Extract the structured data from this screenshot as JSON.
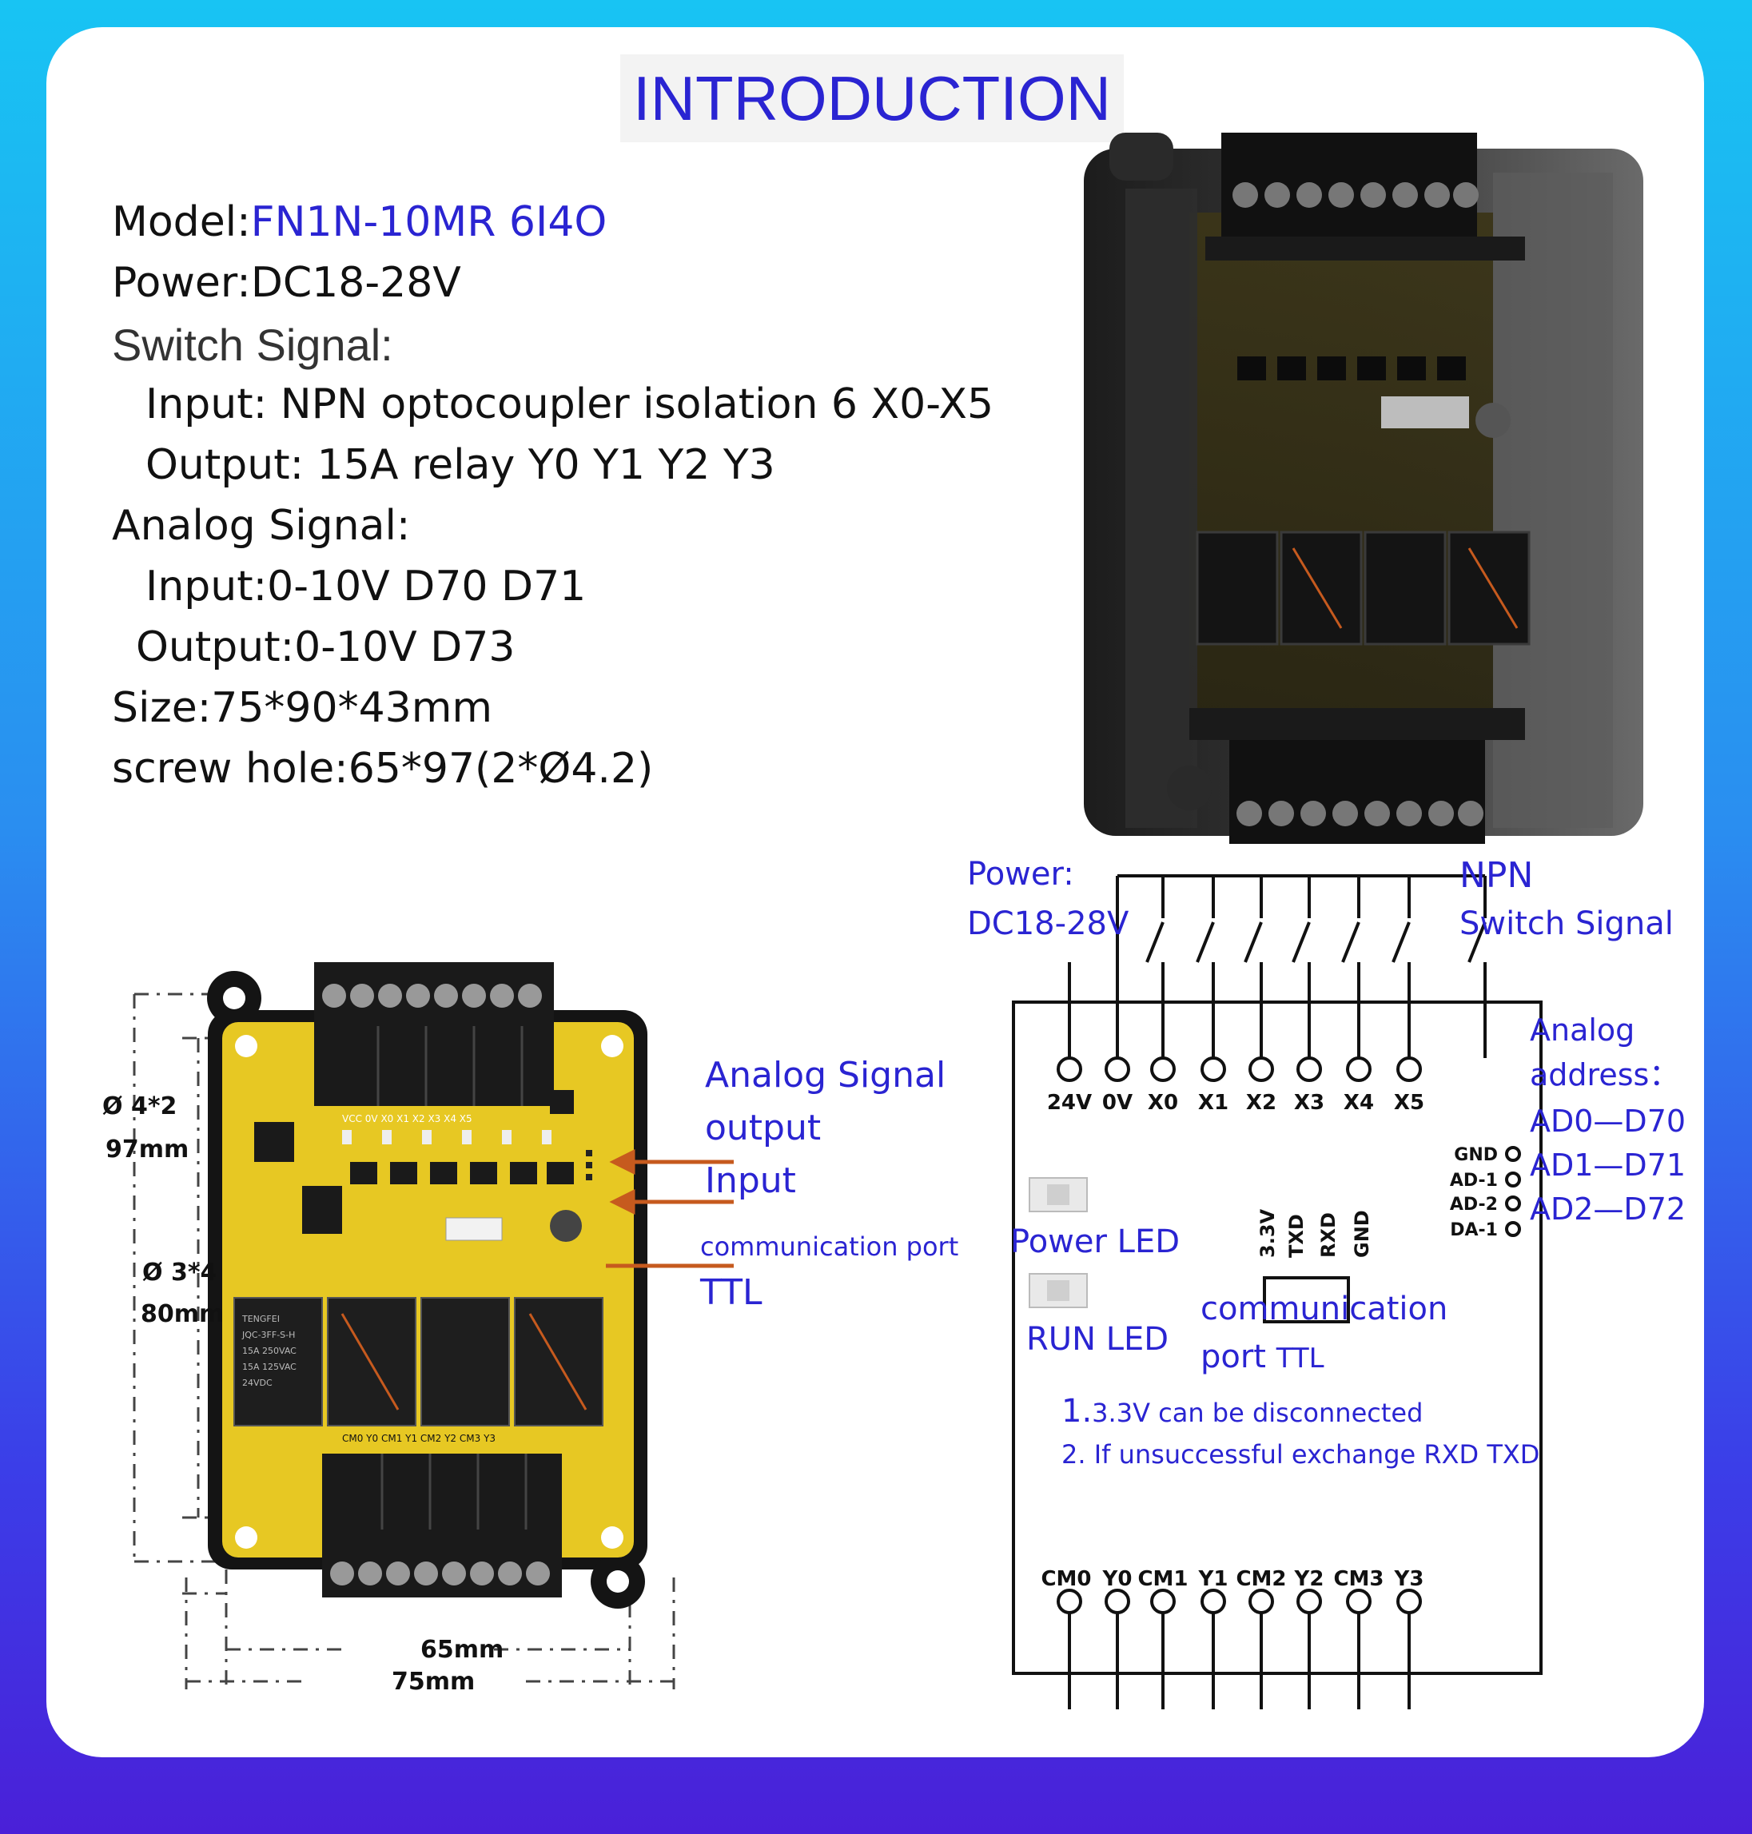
{
  "title": "INTRODUCTION",
  "specs": {
    "model_label": "Model:",
    "model_value": "FN1N-10MR 6I4O",
    "power": "Power:DC18-28V",
    "switch_signal": "Switch Signal:",
    "switch_input": "Input: NPN optocoupler isolation 6 X0-X5",
    "switch_output": "Output: 15A relay Y0 Y1 Y2 Y3",
    "analog_signal": "Analog Signal:",
    "analog_input": "Input:0-10V D70 D71",
    "analog_output": "Output:0-10V D73",
    "size": "Size:75*90*43mm",
    "screw_hole": "screw hole:65*97(2*Ø4.2)"
  },
  "dimensions": {
    "hole_top": "Ø 4*2",
    "h97": "97mm",
    "hole_mid": "Ø 3*4",
    "h80": "80mm",
    "w65": "65mm",
    "w75": "75mm"
  },
  "board_callouts": {
    "analog_signal": "Analog Signal",
    "output": "output",
    "input": "Input",
    "comm_port": "communication port",
    "ttl": "TTL"
  },
  "board_silk": {
    "top_pins": "VCC 0V X0 X1 X2 X3 X4 X5",
    "bottom_pins": "CM0 Y0 CM1 Y1 CM2 Y2 CM3 Y3",
    "relay_brand": "TENGFEI",
    "relay_model": "JQC-3FF-S-H",
    "relay_rating1": "15A 250VAC",
    "relay_rating2": "15A 125VAC",
    "relay_coil": "24VDC"
  },
  "schematic": {
    "power_label1": "Power:",
    "power_label2": "DC18-28V",
    "npn_label1": "NPN",
    "npn_label2": "Switch Signal",
    "top_terminals": [
      "24V",
      "0V",
      "X0",
      "X1",
      "X2",
      "X3",
      "X4",
      "X5"
    ],
    "analog_addr_label1": "Analog",
    "analog_addr_label2": "address：",
    "analog_addr": [
      "AD0—D70",
      "AD1—D71",
      "AD2—D72"
    ],
    "analog_pins": [
      "GND",
      "AD-1",
      "AD-2",
      "DA-1"
    ],
    "ttl_pins": [
      "3.3V",
      "TXD",
      "RXD",
      "GND"
    ],
    "power_led": "Power LED",
    "run_led": "RUN LED",
    "comm_port1": "communication",
    "comm_port2a": "port",
    "comm_port2b": "TTL",
    "note1_num": "1.",
    "note1_text": "3.3V can be disconnected",
    "note2": "2. If unsuccessful exchange RXD TXD",
    "bottom_terminals": [
      "CM0",
      "Y0",
      "CM1",
      "Y1",
      "CM2",
      "Y2",
      "CM3",
      "Y3"
    ]
  }
}
